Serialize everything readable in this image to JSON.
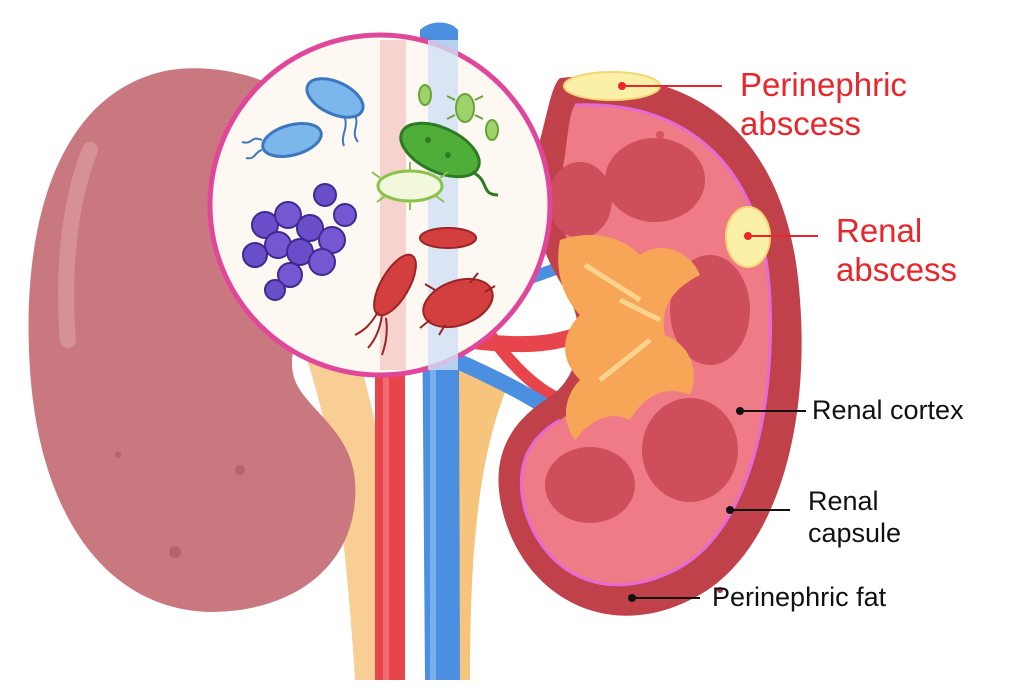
{
  "labels": {
    "perinephric_abscess": [
      "Perinephric",
      "abscess"
    ],
    "renal_abscess": [
      "Renal",
      "abscess"
    ],
    "renal_cortex": "Renal cortex",
    "renal_capsule": [
      "Renal",
      "capsule"
    ],
    "perinephric_fat": "Perinephric fat"
  },
  "colors": {
    "abscess_label": "#e8262b",
    "anatomy_label": "#111111",
    "kidney_left": "#c97880",
    "kidney_outer": "#c0414a",
    "cortex": "#ee7b86",
    "capsule_line": "#e56ad6",
    "medulla": "#cf4e5b",
    "pelvis": "#f6a656",
    "artery": "#e8444b",
    "vein": "#4b8fe0",
    "ureter": "#f7c98a",
    "abscess": "#fbf0a8",
    "magnifier_ring": "#e0479a"
  }
}
